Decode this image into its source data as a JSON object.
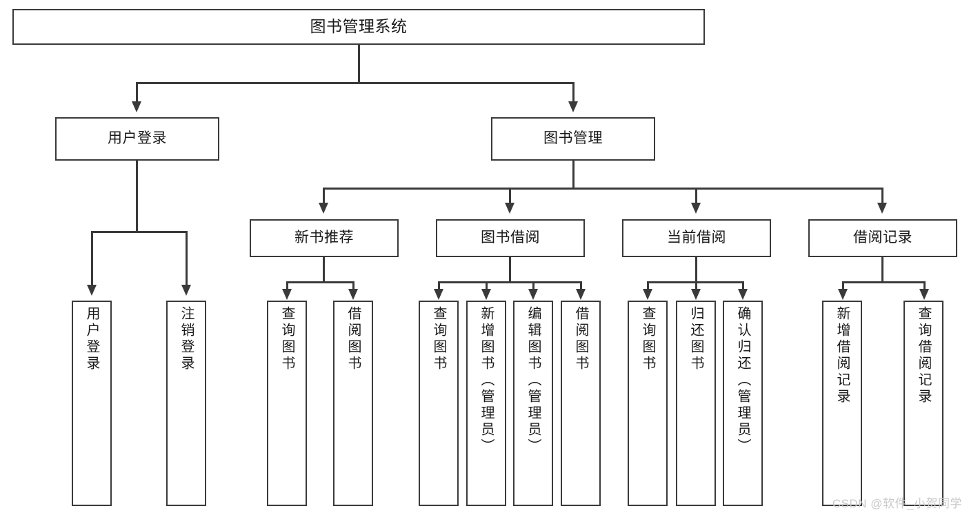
{
  "diagram": {
    "type": "tree",
    "title": "图书管理系统",
    "orientation": "top-down",
    "colors": {
      "stroke": "#3a3a3a",
      "fill": "#ffffff",
      "text": "#1a1a1a",
      "watermark": "#c9c9c9"
    },
    "root": {
      "label": "图书管理系统"
    },
    "level2": [
      {
        "label": "用户登录"
      },
      {
        "label": "图书管理"
      }
    ],
    "level3": [
      {
        "label": "新书推荐"
      },
      {
        "label": "图书借阅"
      },
      {
        "label": "当前借阅"
      },
      {
        "label": "借阅记录"
      }
    ],
    "leaves": {
      "user_login": [
        {
          "label": "用户登录"
        },
        {
          "label": "注销登录"
        }
      ],
      "new_book_recommend": [
        {
          "label": "查询图书"
        },
        {
          "label": "借阅图书"
        }
      ],
      "book_borrow": [
        {
          "label": "查询图书"
        },
        {
          "label": "新增图书（管理员）"
        },
        {
          "label": "编辑图书（管理员）"
        },
        {
          "label": "借阅图书"
        }
      ],
      "current_borrow": [
        {
          "label": "查询图书"
        },
        {
          "label": "归还图书"
        },
        {
          "label": "确认归还（管理员）"
        }
      ],
      "borrow_record": [
        {
          "label": "新增借阅记录"
        },
        {
          "label": "查询借阅记录"
        }
      ]
    }
  },
  "watermark": {
    "text": "CSDN @软件_小贺同学"
  }
}
